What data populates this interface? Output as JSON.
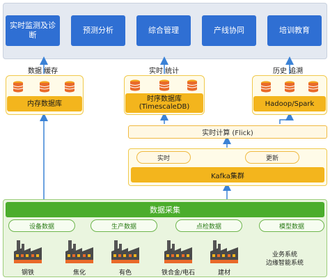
{
  "applications": [
    {
      "label": "实时监测及诊断"
    },
    {
      "label": "预测分析"
    },
    {
      "label": "综合管理"
    },
    {
      "label": "产线协同"
    },
    {
      "label": "培训教育"
    }
  ],
  "storage": {
    "memory": {
      "caption": "数据 缓存",
      "bar": "内存数据库"
    },
    "timeseries": {
      "caption": "实时 统计",
      "bar_line1": "时序数据库",
      "bar_line2": "(TimescaleDB)"
    },
    "history": {
      "caption": "历史 追溯",
      "bar": "Hadoop/Spark"
    }
  },
  "compute": {
    "label": "实时计算 (Flick)"
  },
  "kafka": {
    "realtime": "实时",
    "update": "更新",
    "cluster": "Kafka集群"
  },
  "collection": {
    "title": "数据采集",
    "categories": [
      "设备数据",
      "生产数据",
      "点检数据",
      "模型数据"
    ],
    "industries": [
      "钢铁",
      "焦化",
      "有色",
      "铁合金/电石",
      "建材"
    ],
    "systems_line1": "业务系统",
    "systems_line2": "边缘智能系统"
  },
  "colors": {
    "app_blue": "#2f6fd3",
    "store_yellow": "#f3b51d",
    "collect_green": "#4bad2c",
    "arrow_blue": "#3b82d6"
  }
}
